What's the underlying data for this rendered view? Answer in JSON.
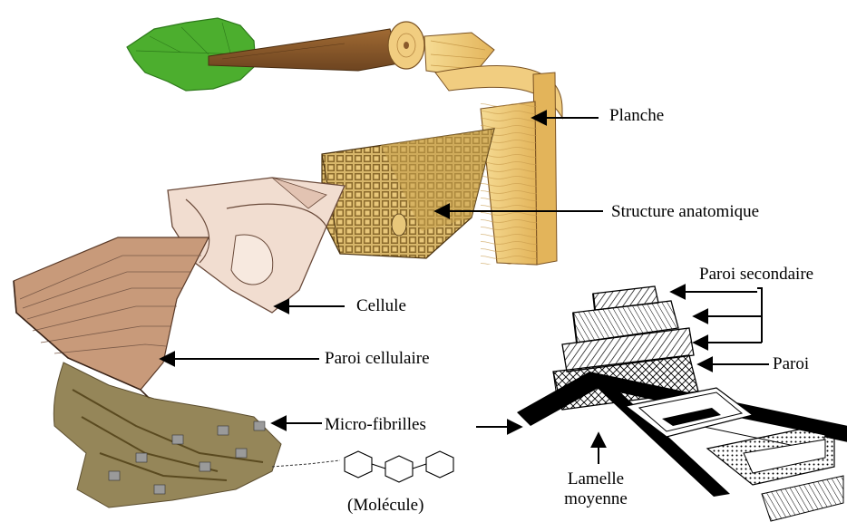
{
  "labels": {
    "planche": "Planche",
    "structure": "Structure anatomique",
    "cellule": "Cellule",
    "paroi_cellulaire": "Paroi cellulaire",
    "micro_fibrilles": "Micro-fibrilles",
    "molecule": "(Molécule)",
    "paroi_secondaire": "Paroi secondaire",
    "paroi": "Paroi",
    "lamelle": "Lamelle",
    "moyenne": "moyenne"
  },
  "colors": {
    "leaf": "#4cae2e",
    "bark": "#8a5a2b",
    "wood_light": "#f3d48a",
    "wood_mid": "#e6b862",
    "cell_wall": "#f1ddd0",
    "fibril": "#7a6a3a",
    "ink": "#000000"
  }
}
